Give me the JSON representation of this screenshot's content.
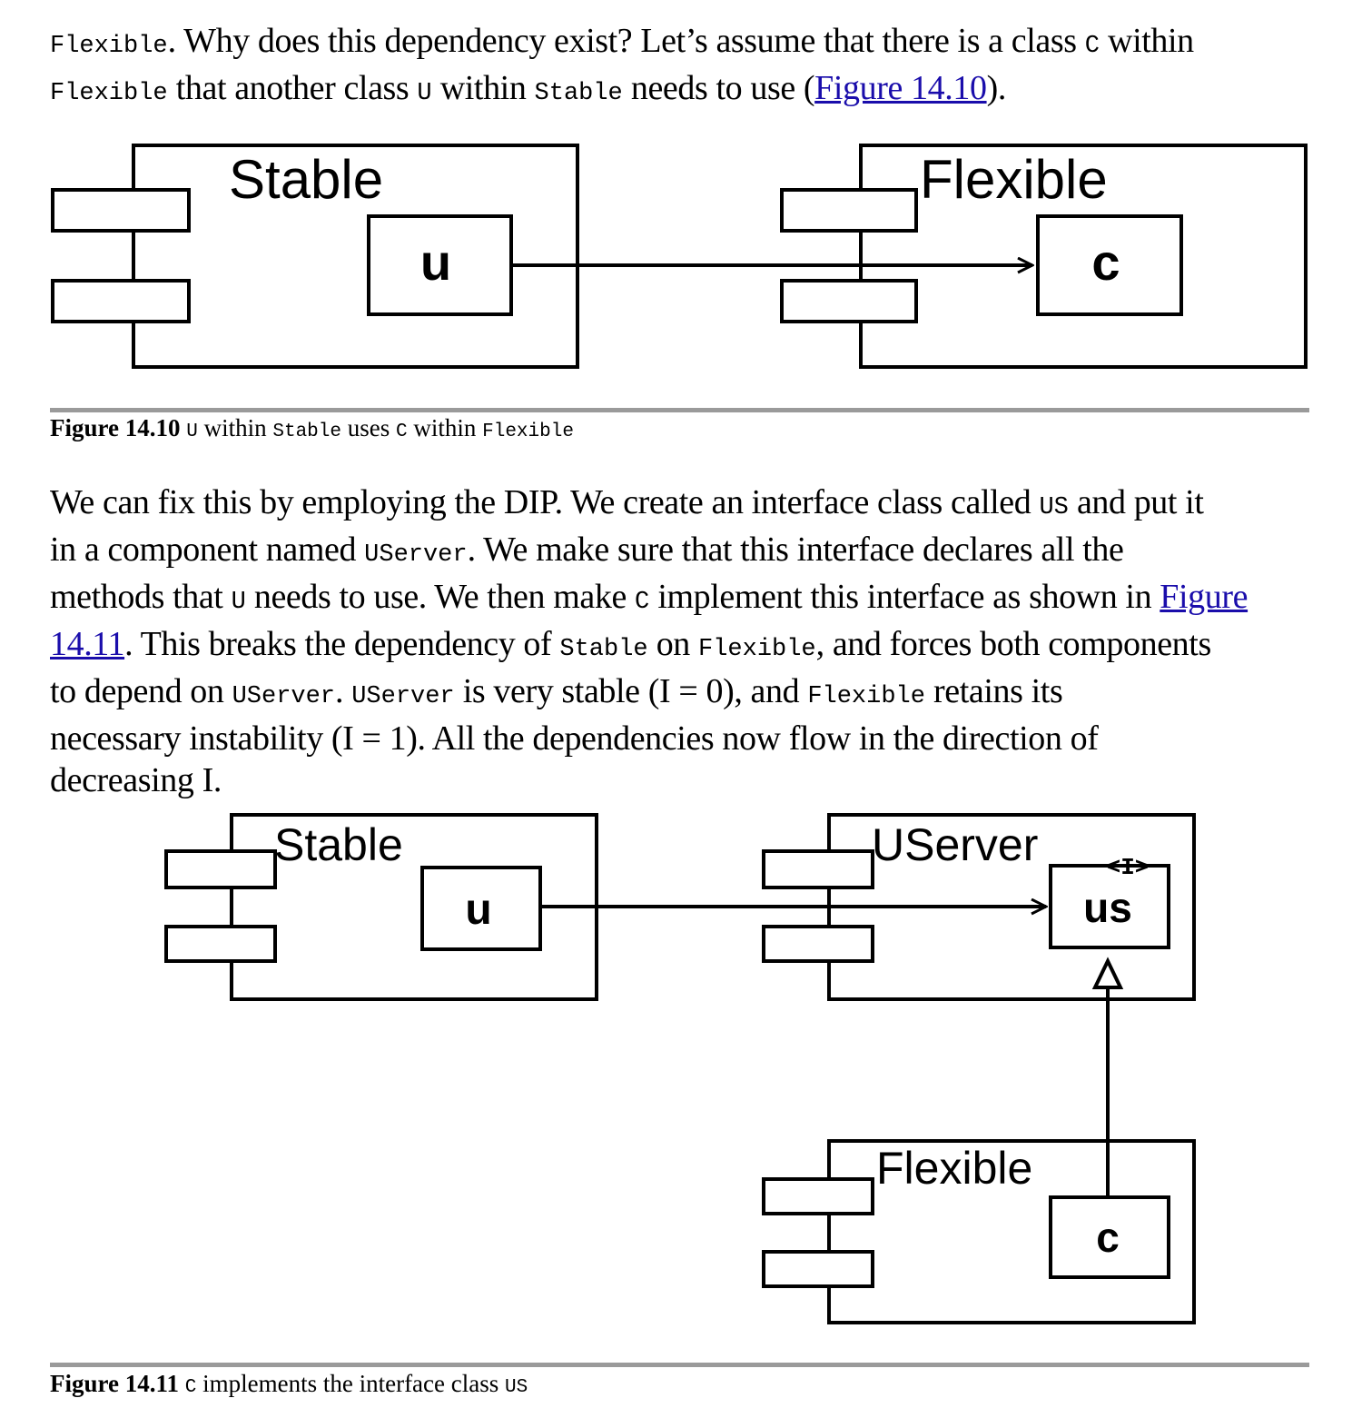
{
  "intro": {
    "line1": {
      "t1": "Flexible",
      "t2": ". Why does this dependency exist? Let’s assume that there is a class ",
      "t3": "C",
      "t4": " within"
    },
    "line2": {
      "t1": "Flexible",
      "t2": " that another class ",
      "t3": "U",
      "t4": " within ",
      "t5": "Stable",
      "t6": " needs to use (",
      "link": "Figure 14.10",
      "t7": ")."
    }
  },
  "fig1": {
    "left_component": "Stable",
    "left_class": "u",
    "right_component": "Flexible",
    "right_class": "c",
    "caption": {
      "label": "Figure 14.10",
      "t1": "U",
      "t2": " within ",
      "t3": "Stable",
      "t4": " uses ",
      "t5": "C",
      "t6": " within ",
      "t7": "Flexible"
    }
  },
  "body": {
    "l1": {
      "t1": "We can fix this by employing the DIP. We create an interface class called ",
      "t2": "US",
      "t3": " and put it"
    },
    "l2": {
      "t1": "in a component named ",
      "t2": "UServer",
      "t3": ". We make sure that this interface declares all the"
    },
    "l3": {
      "t1": "methods that ",
      "t2": "U",
      "t3": " needs to use. We then make ",
      "t4": "C",
      "t5": " implement this interface as shown in ",
      "link": "Figure"
    },
    "l4": {
      "link": "14.11",
      "t1": ". This breaks the dependency of ",
      "t2": "Stable",
      "t3": " on ",
      "t4": "Flexible",
      "t5": ", and forces both components"
    },
    "l5": {
      "t1": "to depend on ",
      "t2": "UServer",
      "t3": ". ",
      "t4": "UServer",
      "t5": " is very stable (I = 0), and ",
      "t6": "Flexible",
      "t7": " retains its"
    },
    "l6": {
      "t1": "necessary instability (I = 1). All the dependencies now flow in the direction of"
    },
    "l7": {
      "t1": "decreasing I."
    }
  },
  "fig2": {
    "stable_component": "Stable",
    "stable_class": "u",
    "userver_component": "UServer",
    "interface_stereotype": "<I>",
    "interface_class": "us",
    "flexible_component": "Flexible",
    "flexible_class": "c",
    "caption": {
      "label": "Figure 14.11",
      "t1": "C",
      "t2": " implements the interface class ",
      "t3": "US"
    }
  }
}
